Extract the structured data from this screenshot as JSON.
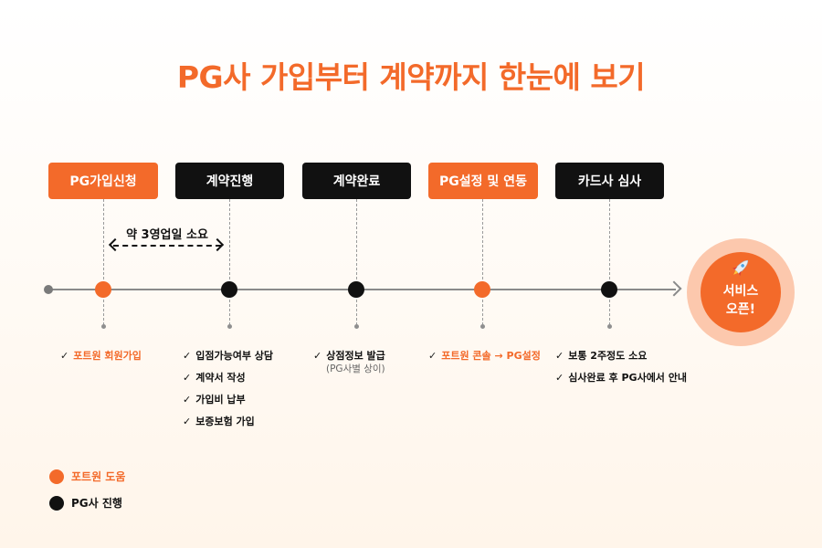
{
  "title": "PG사 가입부터 계약까지 한눈에 보기",
  "steps": [
    {
      "label": "PG가입신청",
      "owner": "portone"
    },
    {
      "label": "계약진행",
      "owner": "pg"
    },
    {
      "label": "계약완료",
      "owner": "pg"
    },
    {
      "label": "PG설정 및 연동",
      "owner": "portone"
    },
    {
      "label": "카드사 심사",
      "owner": "pg"
    }
  ],
  "duration_label": "약 3영업일 소요",
  "final": {
    "line1": "서비스",
    "line2": "오픈!",
    "icon": "rocket-icon"
  },
  "details": [
    {
      "items": [
        "포트원 회원가입"
      ]
    },
    {
      "items": [
        "입점가능여부 상담",
        "계약서 작성",
        "가입비 납부",
        "보증보험 가입"
      ]
    },
    {
      "items": [
        "상점정보 발급"
      ],
      "note": "(PG사별 상이)"
    },
    {
      "items": [
        "포트원 콘솔 → PG설정"
      ]
    },
    {
      "items": [
        "보통 2주정도 소요",
        "심사완료 후 PG사에서 안내"
      ]
    }
  ],
  "legend": [
    {
      "label": "포트원 도움",
      "color": "#f36a2a"
    },
    {
      "label": "PG사 진행",
      "color": "#111111"
    }
  ],
  "colors": {
    "accent": "#f36a2a",
    "dark": "#111111"
  }
}
